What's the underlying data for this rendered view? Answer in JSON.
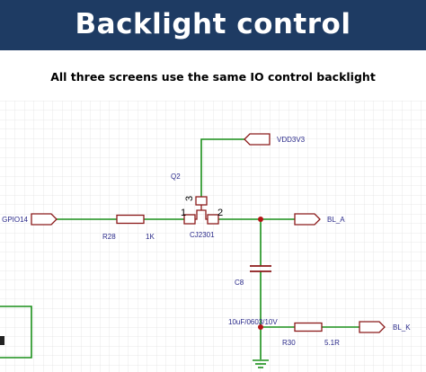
{
  "header": {
    "title": "Backlight control"
  },
  "subtitle": "All three screens use the same IO control backlight",
  "colors": {
    "header_bg": "#1e3b63",
    "wire": "#1a8f1a",
    "component": "#8b1a1a",
    "junction": "#b31515",
    "label": "#2a2a8a",
    "grid": "#e3e3e3"
  },
  "schematic": {
    "net_gpio": "GPIO14",
    "net_vdd": "VDD3V3",
    "net_bl_a": "BL_A",
    "net_bl_k": "BL_K",
    "q2_ref": "Q2",
    "q2_part": "CJ2301",
    "q2_pin1": "1",
    "q2_pin2": "2",
    "q2_pin3": "3",
    "r28_ref": "R28",
    "r28_val": "1K",
    "c8_ref": "C8",
    "c8_val": "10uF/0603/10V",
    "r30_ref": "R30",
    "r30_val": "5.1R"
  }
}
